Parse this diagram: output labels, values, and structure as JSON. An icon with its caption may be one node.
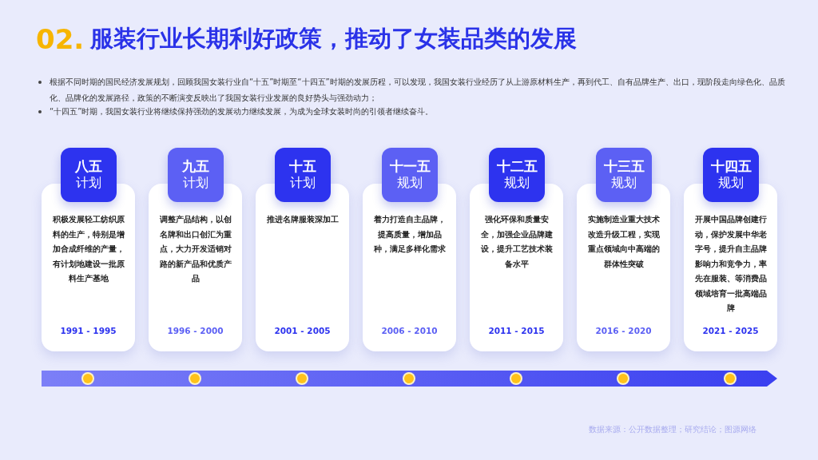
{
  "diagram": {
    "title": "服装行业长期利好政策，推动了女装品类的发展",
    "nodes": [
      {
        "text": [
          "八五",
          "计划"
        ]
      },
      {
        "text": [
          "积极发展轻工纺织原料的生产，特别是增加合成纤维的产量，有计划地建设一批原料生产基地",
          "1991 - 1995"
        ]
      },
      {
        "text": [
          "九五",
          "计划"
        ]
      },
      {
        "text": [
          "调整产品结构，以创名牌和出口创汇为重点，大力开发适销对路的新产品和优质产品",
          "1996 - 2000"
        ]
      },
      {
        "text": [
          "十五",
          "计划"
        ]
      },
      {
        "text": [
          "推进名牌服装深加工",
          "2001 - 2005"
        ]
      },
      {
        "text": [
          "十一五",
          "规划"
        ]
      },
      {
        "text": [
          "着力打造自主品牌，提高质量，增加品种，满足多样化需求",
          "2006 - 2010"
        ]
      },
      {
        "text": [
          "十二五",
          "规划"
        ]
      },
      {
        "text": [
          "强化环保和质量安全，加强企业品牌建设，提升工艺技术装备水平",
          "2011 - 2015"
        ]
      },
      {
        "text": [
          "十三五",
          "规划"
        ]
      },
      {
        "text": [
          "实施制造业重大技术改造升级工程，实现重点领域向中高端的群体性突破",
          "2016 - 2020"
        ]
      },
      {
        "text": [
          "十四五",
          "规划"
        ]
      },
      {
        "text": [
          "开展中国品牌创建行动，保护发展中华老字号，提升自主品牌影响力和竞争力，率先在服装、等消费品领域培育一批高端品牌",
          "2021 - 2025"
        ]
      }
    ],
    "labels": [
      "02.",
      "根据不同时期的国民经济发展规划，回顾我国女装行业自“十五”时期至“十四五”时期的发展历程，可以发现，我国女装行业经历了从上游原材料生产，再到代工、自有品牌生产、出口，现阶段走向绿色化、品质化、品牌化的发展路径，政策的不断演变反映出了我国女装行业发展的良好势头与强劲动力；",
      "“十四五”时期，我国女装行业将继续保持强劲的发展动力继续发展，为成为全球女装时尚的引领者继续奋斗。",
      "数据来源：公开数据整理；研究结论；图源网络"
    ]
  }
}
